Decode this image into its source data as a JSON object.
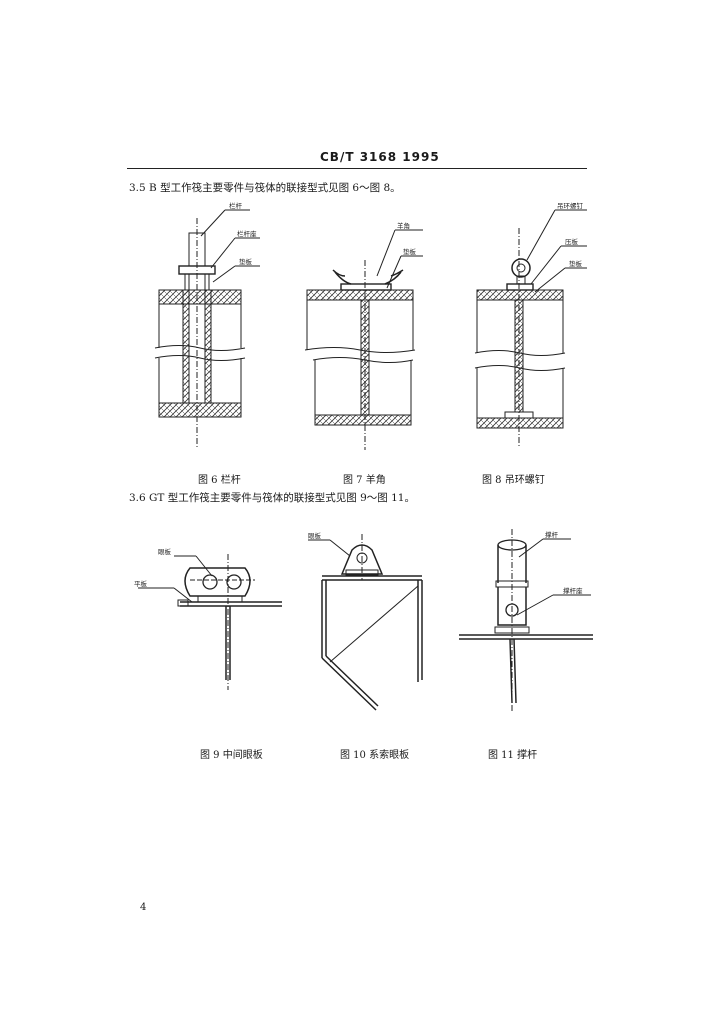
{
  "header": {
    "standard_no": "CB/T 3168  1995"
  },
  "sections": {
    "s35": "3.5  B 型工作筏主要零件与筏体的联接型式见图 6～图 8。",
    "s36": "3.6  GT 型工作筏主要零件与筏体的联接型式见图 9～图 11。"
  },
  "figures": {
    "fig6": {
      "caption": "图 6  栏杆",
      "labels": [
        "栏杆",
        "栏杆座",
        "垫板"
      ]
    },
    "fig7": {
      "caption": "图 7  羊角",
      "labels": [
        "羊角",
        "垫板"
      ]
    },
    "fig8": {
      "caption": "图 8  吊环螺钉",
      "labels": [
        "吊环螺钉",
        "压板",
        "垫板"
      ]
    },
    "fig9": {
      "caption": "图 9  中间眼板",
      "labels": [
        "眼板",
        "平板"
      ]
    },
    "fig10": {
      "caption": "图 10  系索眼板",
      "labels": [
        "眼板"
      ]
    },
    "fig11": {
      "caption": "图 11  撑杆",
      "labels": [
        "撑杆",
        "撑杆座"
      ]
    }
  },
  "page_number": "4"
}
